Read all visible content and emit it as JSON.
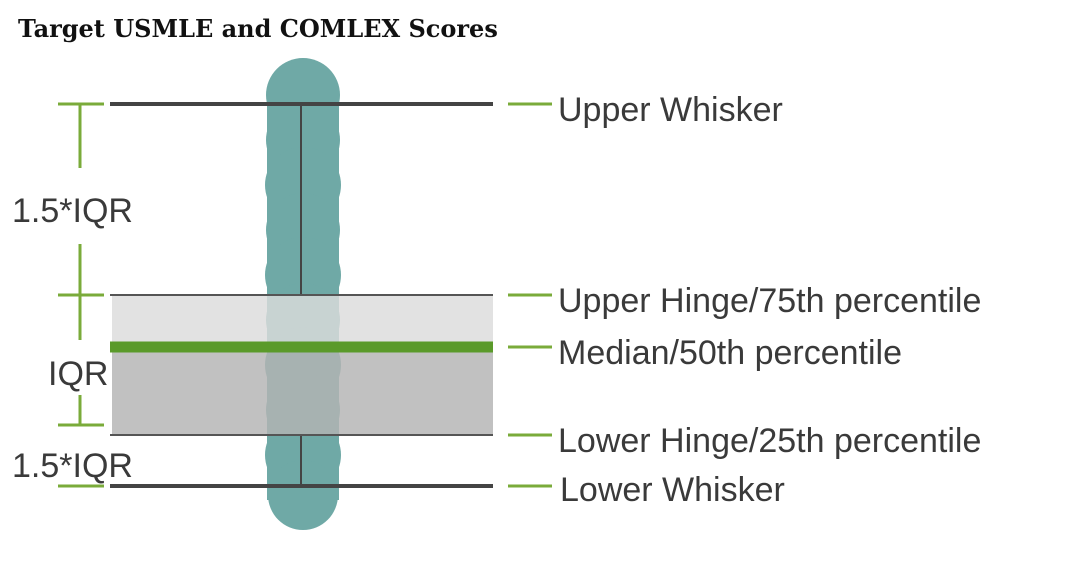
{
  "title": "Target USMLE and COMLEX Scores",
  "labels": {
    "upper_whisker": "Upper Whisker",
    "upper_hinge": "Upper Hinge/75th percentile",
    "median": "Median/50th percentile",
    "lower_hinge": "Lower Hinge/25th percentile",
    "lower_whisker": "Lower Whisker",
    "upper_range": "1.5*IQR",
    "iqr": "IQR",
    "lower_range": "1.5*IQR"
  },
  "colors": {
    "violin": "#6fa9a6",
    "box_upper": "#dcdcdc",
    "box_lower": "#b3b3b3",
    "median_line": "#5a9a2a",
    "guide_green": "#7aab3a",
    "line_dark": "#444444",
    "text": "#3a3a3a"
  }
}
